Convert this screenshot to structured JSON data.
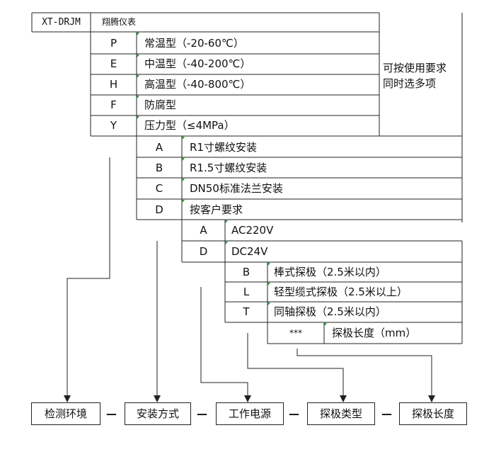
{
  "header": {
    "model": "XT-DRJM",
    "brand": "翔腾仪表"
  },
  "environment": {
    "rows": [
      {
        "code": "P",
        "label": "常温型（-20-60℃）"
      },
      {
        "code": "E",
        "label": "中温型（-40-200℃）"
      },
      {
        "code": "H",
        "label": "高温型（-40-800℃）"
      },
      {
        "code": "F",
        "label": "防腐型"
      },
      {
        "code": "Y",
        "label": "压力型（≤4MPa）"
      }
    ],
    "note_line1": "可按使用要求",
    "note_line2": "同时选多项"
  },
  "mounting": {
    "rows": [
      {
        "code": "A",
        "label": "R1寸螺纹安装"
      },
      {
        "code": "B",
        "label": "R1.5寸螺纹安装"
      },
      {
        "code": "C",
        "label": "DN50标准法兰安装"
      },
      {
        "code": "D",
        "label": "按客户要求"
      }
    ]
  },
  "power": {
    "rows": [
      {
        "code": "A",
        "label": "AC220V"
      },
      {
        "code": "D",
        "label": "DC24V"
      }
    ]
  },
  "probe_type": {
    "rows": [
      {
        "code": "B",
        "label": "棒式探极（2.5米以内）"
      },
      {
        "code": "L",
        "label": "轻型缆式探极（2.5米以上）"
      },
      {
        "code": "T",
        "label": "同轴探极（2.5米以内）"
      }
    ]
  },
  "probe_length": {
    "code": "***",
    "label": "探极长度（mm）"
  },
  "legend": {
    "items": [
      "检测环境",
      "安装方式",
      "工作电源",
      "探极类型",
      "探极长度"
    ],
    "separator": "—"
  }
}
